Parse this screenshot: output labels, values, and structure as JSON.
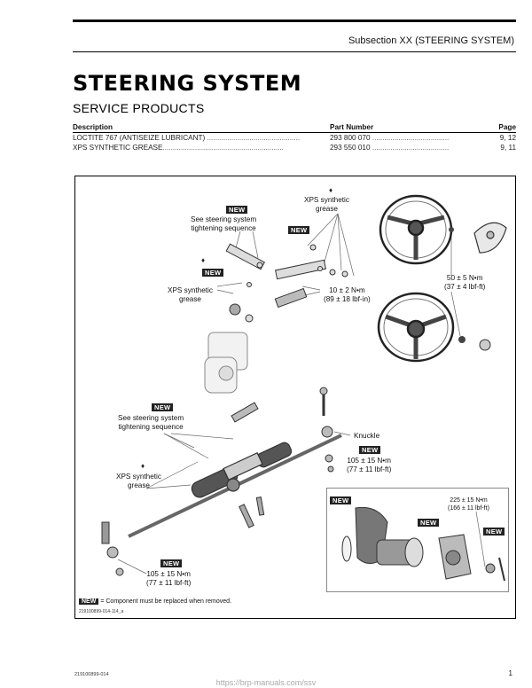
{
  "header": {
    "subsection": "Subsection XX (STEERING SYSTEM)"
  },
  "title": "STEERING SYSTEM",
  "section_heading": "SERVICE PRODUCTS",
  "products_table": {
    "headers": [
      "Description",
      "Part Number",
      "Page"
    ],
    "rows": [
      {
        "description": "LOCTITE 767 (ANTISEIZE LUBRICANT)",
        "part": "293 800 070",
        "page": "9, 12"
      },
      {
        "description": "XPS SYNTHETIC GREASE",
        "part": "293 550 010",
        "page": "9, 11"
      }
    ]
  },
  "figure": {
    "new_tag": "NEW",
    "labels": {
      "see_steering_top": "See steering system\ntightening sequence",
      "xps_top": "XPS synthetic\ngrease",
      "xps_left_top": "XPS synthetic\ngrease",
      "torque_10": "10 ± 2 N•m\n(89 ± 18 lbf-in)",
      "torque_50": "50 ± 5 N•m\n(37 ± 4 lbf-ft)",
      "see_steering_mid": "See steering system\ntightening sequence",
      "knuckle": "Knuckle",
      "torque_105_a": "105 ± 15 N•m\n(77 ± 11 lbf-ft)",
      "xps_left_mid": "XPS synthetic\ngrease",
      "torque_105_b": "105 ± 15 N•m\n(77 ± 11 lbf-ft)",
      "torque_225": "225 ± 15 N•m\n(166 ± 11 lbf-ft)"
    },
    "legend_text": "= Component must be replaced when removed.",
    "code": "219100899-014-114_a"
  },
  "footer": {
    "doc_code": "219100899-014",
    "page_number": "1",
    "url": "https://brp-manuals.com/ssv"
  }
}
